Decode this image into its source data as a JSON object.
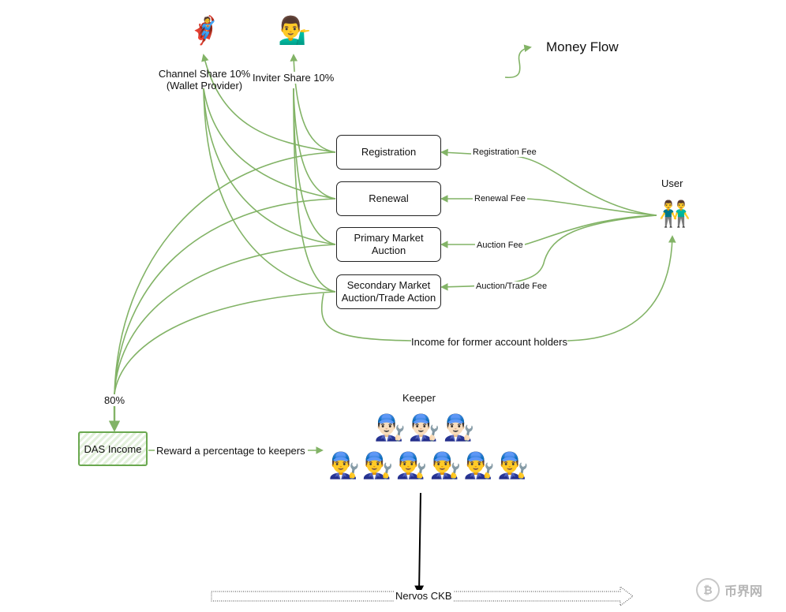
{
  "title": "Money Flow",
  "colors": {
    "flow": "#82b366",
    "box_border": "#222222",
    "das_fill": "#e3f0dc"
  },
  "shares": {
    "channel": "Channel Share 10%\n(Wallet Provider)",
    "inviter": "Inviter Share 10%"
  },
  "boxes": {
    "registration": "Registration",
    "renewal": "Renewal",
    "primary": "Primary Market\nAuction",
    "secondary": "Secondary Market\nAuction/Trade Action"
  },
  "fees": {
    "registration": "Registration Fee",
    "renewal": "Renewal Fee",
    "auction": "Auction Fee",
    "trade": "Auction/Trade Fee"
  },
  "user_label": "User",
  "former_holders": "Income for former account holders",
  "das_share": "80%",
  "das_income": "DAS Income",
  "reward": "Reward a percentage to keepers",
  "keeper_label": "Keeper",
  "nervos": "Nervos CKB",
  "watermark": "币界网",
  "emoji": {
    "superhero": "🦸",
    "tipping": "💁‍♂️",
    "users": "👬",
    "mechanic_dark": "👨🏻‍🔧",
    "mechanic_blond": "👱‍♂️🔧"
  },
  "keepers": {
    "row1_count": 3,
    "row2_count": 6
  }
}
